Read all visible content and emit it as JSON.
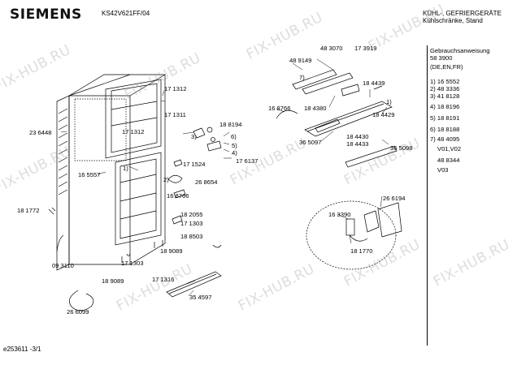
{
  "header": {
    "brand": "SIEMENS",
    "model": "KS42V621FF/04",
    "category_line1": "KÜHL-, GEFRIERGERÄTE",
    "category_line2": "Kühlschränke, Stand"
  },
  "side_panel": {
    "lines": [
      "Gebrauchsanweisung",
      "58 3900",
      "(DE,EN,FR)",
      "1) 16 5552",
      "2) 48 3336",
      "3) 41 8128",
      "4) 18 8196",
      "5) 18 8191",
      "6) 18 8188",
      "7) 48 4095",
      "V01,V02",
      "48 8344",
      "V03"
    ]
  },
  "part_labels": [
    "17 1312",
    "17 1311",
    "17 1312",
    "23 6448",
    "16 5557",
    "18 1772",
    "09 3110",
    "26 6099",
    "17 1303",
    "18 9089",
    "18 9089",
    "17 1316",
    "35 4597",
    "18 2055",
    "17 1303",
    "18 8503",
    "17 1524",
    "26 8654",
    "16 8766",
    "18 8194",
    "17 6137",
    "48 9149",
    "48 3070",
    "17 3919",
    "16 8766",
    "18 4380",
    "18 4439",
    "18 4429",
    "36 5097",
    "18 4430",
    "18 4433",
    "36 5098",
    "26 6194",
    "16 3390",
    "18 1770"
  ],
  "callouts": [
    "1)",
    "2)",
    "3)",
    "4)",
    "5)",
    "6)",
    "7)",
    "1)"
  ],
  "footer": "e253611 -3/1",
  "watermark": "FIX-HUB.RU"
}
